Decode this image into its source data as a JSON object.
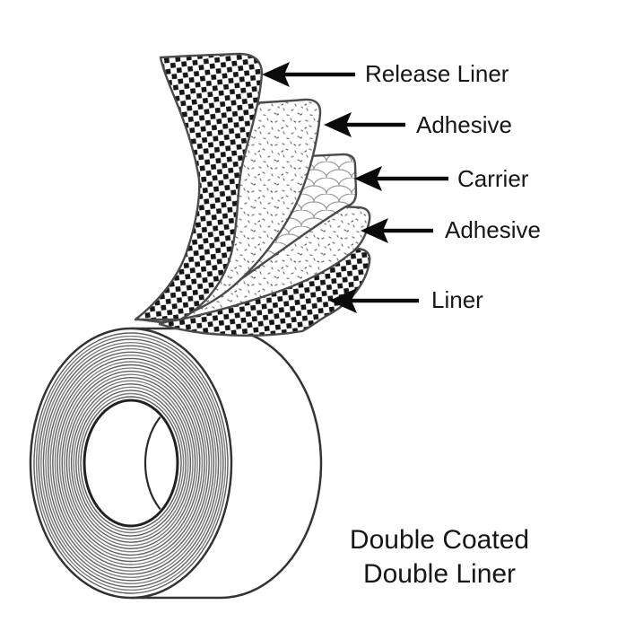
{
  "diagram": {
    "labels": [
      {
        "id": "release-liner",
        "text": "Release Liner"
      },
      {
        "id": "adhesive-top",
        "text": "Adhesive"
      },
      {
        "id": "carrier",
        "text": "Carrier"
      },
      {
        "id": "adhesive-bottom",
        "text": "Adhesive"
      },
      {
        "id": "liner",
        "text": "Liner"
      }
    ],
    "caption": {
      "line1": "Double Coated",
      "line2": "Double Liner"
    },
    "colors": {
      "ink": "#111111",
      "outline_gray": "#3a3a3a",
      "band_border_gray": "#4a4a4a",
      "ring_gray": "#6f6f6f",
      "pattern_gray": "#9b9b9b",
      "background": "#ffffff"
    }
  }
}
